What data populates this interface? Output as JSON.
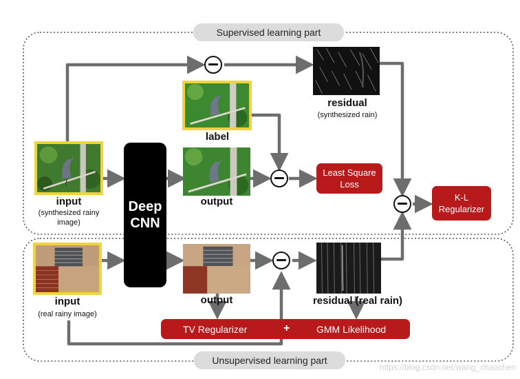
{
  "sections": {
    "supervised_title": "Supervised learning part",
    "unsupervised_title": "Unsupervised learning part"
  },
  "nodes": {
    "cnn_label": "Deep\nCNN",
    "input_synth": {
      "title": "input",
      "subtitle": "(synthesized rainy\nimage)"
    },
    "label": "label",
    "output_synth": "output",
    "residual_synth": {
      "title": "residual",
      "subtitle": "(synthesized rain)"
    },
    "least_square_loss": "Least Square\nLoss",
    "kl_regularizer": "K-L\nRegularizer",
    "input_real": {
      "title": "input",
      "subtitle": "(real rainy image)"
    },
    "output_real": "output",
    "residual_real": "residual (real rain)",
    "tv_regularizer": "TV Regularizer",
    "plus": "+",
    "gmm_likelihood": "GMM Likelihood"
  },
  "watermark": "https://blog.csdn.net/wang_chaochen",
  "colors": {
    "arrow": "#6d6d6d",
    "loss_red": "#b8191a",
    "frame_yellow": "#f1d43b",
    "section_pill": "#dcdcdc"
  }
}
